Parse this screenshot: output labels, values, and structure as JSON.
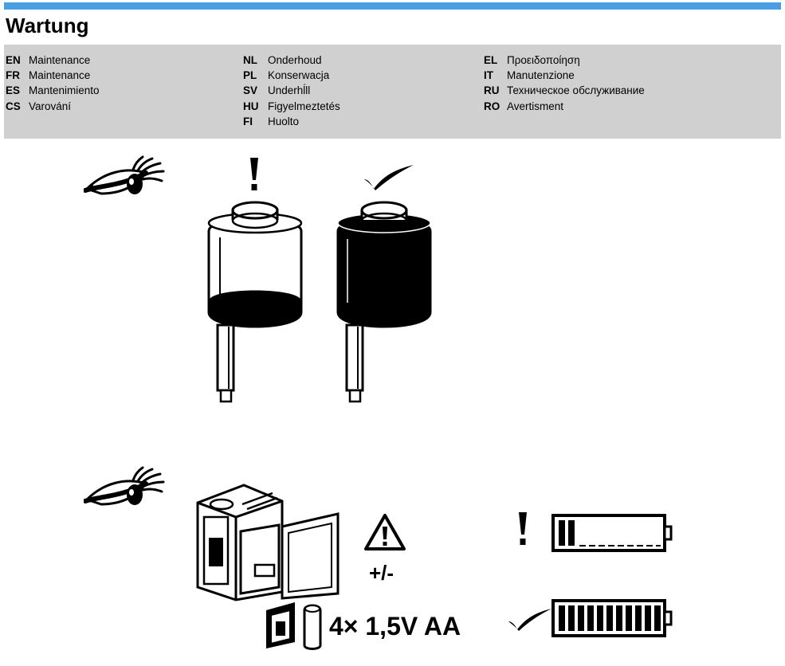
{
  "header": {
    "title": "Wartung",
    "accent_color": "#4a9de0",
    "panel_color": "#d0d0d0"
  },
  "languages": {
    "col1": [
      {
        "code": "EN",
        "label": "Maintenance"
      },
      {
        "code": "FR",
        "label": "Maintenance"
      },
      {
        "code": "ES",
        "label": "Mantenimiento"
      },
      {
        "code": "CS",
        "label": "Varování"
      }
    ],
    "col2": [
      {
        "code": "NL",
        "label": "Onderhoud"
      },
      {
        "code": "PL",
        "label": "Konserwacja"
      },
      {
        "code": "SV",
        "label": "Underhĺll"
      },
      {
        "code": "HU",
        "label": "Figyelmeztetés"
      },
      {
        "code": "FI",
        "label": "Huolto"
      }
    ],
    "col3": [
      {
        "code": "EL",
        "label": "Προειδοποίηση"
      },
      {
        "code": "IT",
        "label": "Manutenzione"
      },
      {
        "code": "RU",
        "label": "Техническое обслуживание"
      },
      {
        "code": "RO",
        "label": "Avertisment"
      }
    ]
  },
  "figures": {
    "section1_icons": [
      "eye-icon",
      "exclamation-icon",
      "checkmark-icon",
      "reservoir-low",
      "reservoir-full"
    ],
    "section2_icons": [
      "eye-icon",
      "battery-housing",
      "battery-pack",
      "warning-triangle-icon",
      "exclamation-icon",
      "battery-low-icon",
      "checkmark-icon",
      "battery-full-icon"
    ],
    "polarity_label": "+/-",
    "battery_label": "4× 1,5V AA",
    "battery_low_level": 0.25,
    "battery_full_level": 1.0
  }
}
